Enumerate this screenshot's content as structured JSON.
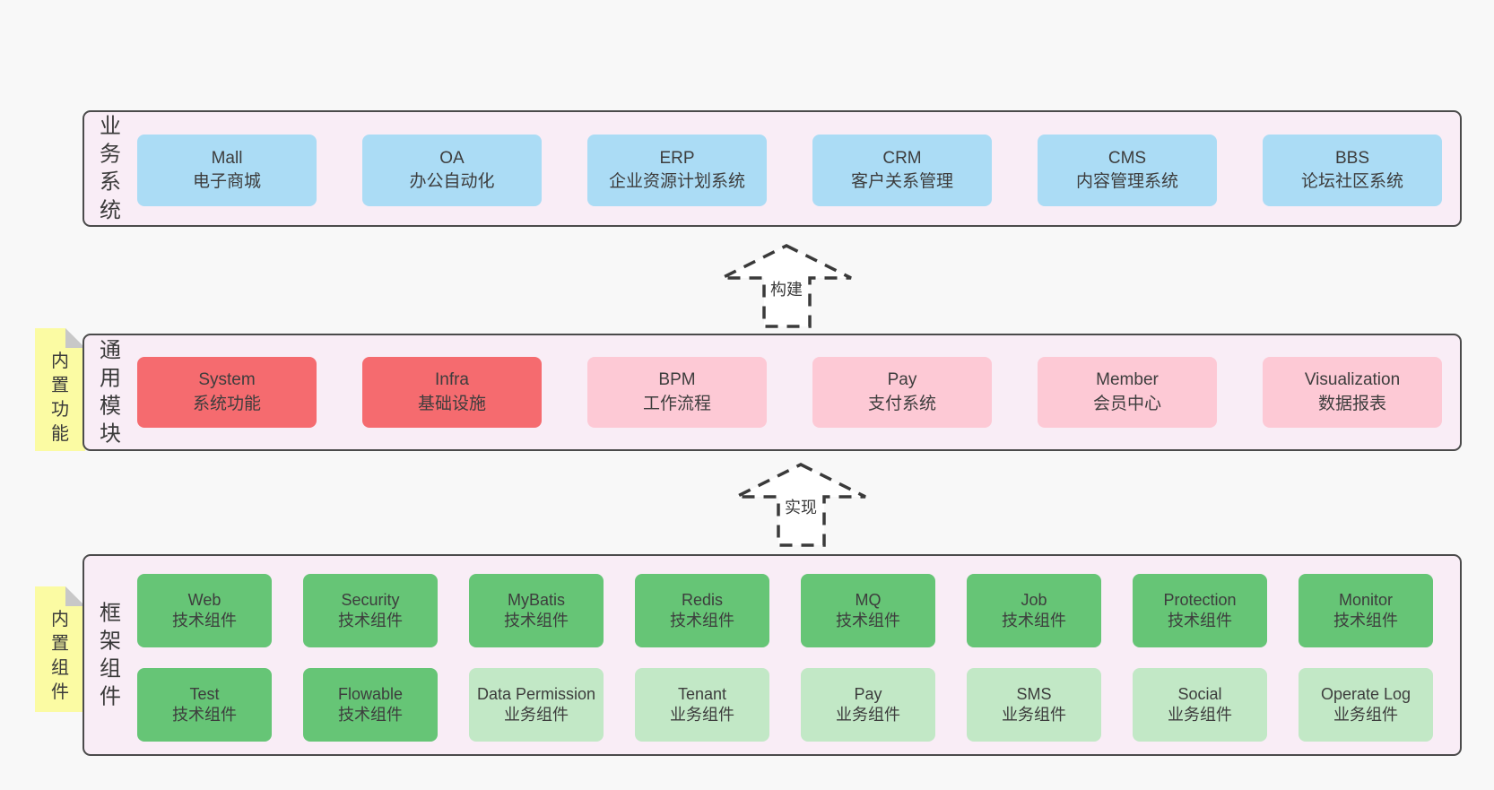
{
  "colors": {
    "page_bg": "#f8f8f8",
    "panel_bg": "#f9edf6",
    "panel_border": "#4b4b4b",
    "blue_box": "#abdcf5",
    "red_box": "#f56b6f",
    "pink_box": "#fdc9d5",
    "green_box": "#66c576",
    "light_green_box": "#c2e8c6",
    "sticky_bg": "#fbfba3",
    "sticky_fold": "#c8c8c8",
    "text": "#3c3c3c"
  },
  "sections": [
    {
      "label": "业务系统",
      "boxes": [
        {
          "title": "Mall",
          "subtitle": "电子商城"
        },
        {
          "title": "OA",
          "subtitle": "办公自动化"
        },
        {
          "title": "ERP",
          "subtitle": "企业资源计划系统"
        },
        {
          "title": "CRM",
          "subtitle": "客户关系管理"
        },
        {
          "title": "CMS",
          "subtitle": "内容管理系统"
        },
        {
          "title": "BBS",
          "subtitle": "论坛社区系统"
        }
      ]
    },
    {
      "label": "通用模块",
      "sticky": "内置功能",
      "boxes": [
        {
          "title": "System",
          "subtitle": "系统功能"
        },
        {
          "title": "Infra",
          "subtitle": "基础设施"
        },
        {
          "title": "BPM",
          "subtitle": "工作流程"
        },
        {
          "title": "Pay",
          "subtitle": "支付系统"
        },
        {
          "title": "Member",
          "subtitle": "会员中心"
        },
        {
          "title": "Visualization",
          "subtitle": "数据报表"
        }
      ]
    },
    {
      "label": "框架组件",
      "sticky": "内置组件",
      "rows": [
        [
          {
            "title": "Web",
            "subtitle": "技术组件"
          },
          {
            "title": "Security",
            "subtitle": "技术组件"
          },
          {
            "title": "MyBatis",
            "subtitle": "技术组件"
          },
          {
            "title": "Redis",
            "subtitle": "技术组件"
          },
          {
            "title": "MQ",
            "subtitle": "技术组件"
          },
          {
            "title": "Job",
            "subtitle": "技术组件"
          },
          {
            "title": "Protection",
            "subtitle": "技术组件"
          },
          {
            "title": "Monitor",
            "subtitle": "技术组件"
          }
        ],
        [
          {
            "title": "Test",
            "subtitle": "技术组件"
          },
          {
            "title": "Flowable",
            "subtitle": "技术组件"
          },
          {
            "title": "Data Permission",
            "subtitle": "业务组件"
          },
          {
            "title": "Tenant",
            "subtitle": "业务组件"
          },
          {
            "title": "Pay",
            "subtitle": "业务组件"
          },
          {
            "title": "SMS",
            "subtitle": "业务组件"
          },
          {
            "title": "Social",
            "subtitle": "业务组件"
          },
          {
            "title": "Operate Log",
            "subtitle": "业务组件"
          }
        ]
      ]
    }
  ],
  "arrows": [
    {
      "label": "构建"
    },
    {
      "label": "实现"
    }
  ]
}
